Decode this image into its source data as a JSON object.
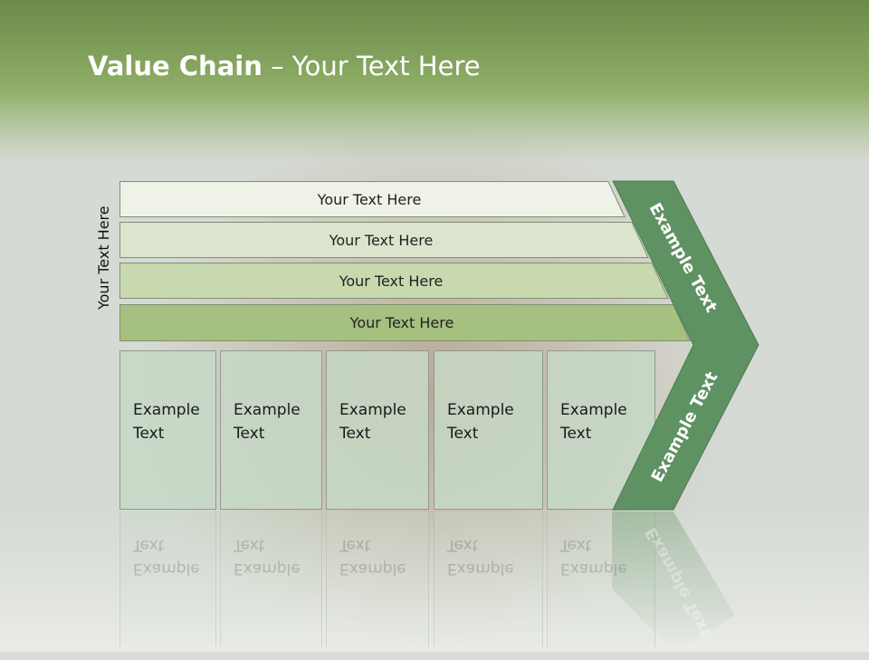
{
  "slide": {
    "title_bold": "Value Chain",
    "title_rest": " – Your Text Here",
    "side_label": "Your Text Here"
  },
  "bars": [
    {
      "label": "Your Text Here"
    },
    {
      "label": "Your Text Here"
    },
    {
      "label": "Your Text Here"
    },
    {
      "label": "Your Text Here"
    }
  ],
  "boxes": [
    {
      "label": "Example\nText"
    },
    {
      "label": "Example\nText"
    },
    {
      "label": "Example\nText"
    },
    {
      "label": "Example\nText"
    },
    {
      "label": "Example\nText"
    }
  ],
  "arrow": {
    "upper_label": "Example Text",
    "lower_label": "Example Text"
  },
  "colors": {
    "header_green": "#8fad68",
    "arrow_green": "#5f9262",
    "bar_fills": [
      "#eef2e7",
      "#dbe5cd",
      "#c9d9af",
      "#a5c07f"
    ]
  }
}
